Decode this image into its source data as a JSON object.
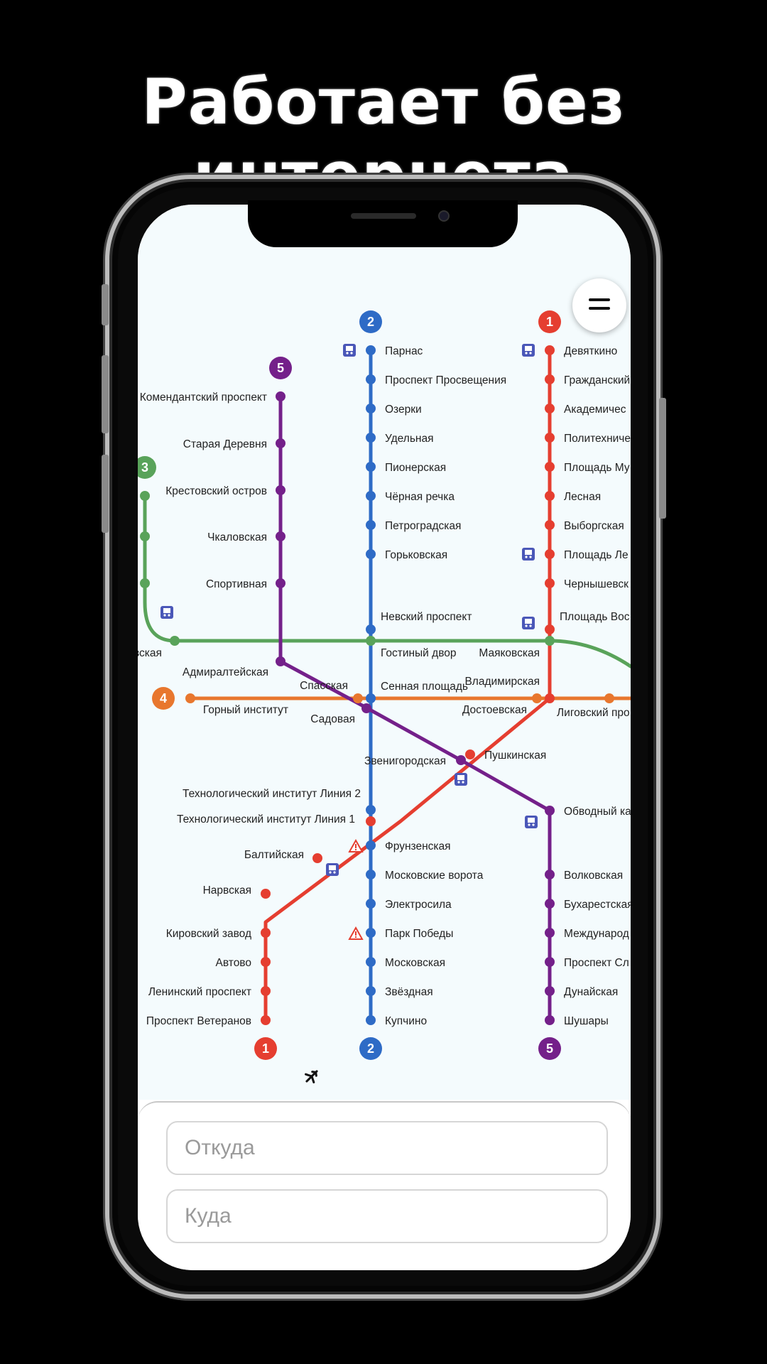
{
  "headline": "Работает без интернета",
  "map": {
    "lines": {
      "1": {
        "color": "#e53e30",
        "label": "1"
      },
      "2": {
        "color": "#2e6bc6",
        "label": "2"
      },
      "3": {
        "color": "#59a35a",
        "label": "3"
      },
      "4": {
        "color": "#e8772e",
        "label": "4"
      },
      "5": {
        "color": "#74208a",
        "label": "5"
      }
    },
    "stations": {
      "parnas": "Парнас",
      "prosv": "Проспект Просвещения",
      "ozerki": "Озерки",
      "udelnaya": "Удельная",
      "pionerskaya": "Пионерская",
      "chernaya": "Чёрная речка",
      "petrogr": "Петроградская",
      "gorkovskaya": "Горьковская",
      "nevsky": "Невский проспект",
      "gostiny": "Гостиный двор",
      "sennaya": "Сенная площадь",
      "tech2": "Технологический институт Линия 2",
      "frunz": "Фрунзенская",
      "moskvorota": "Московские ворота",
      "elektrosila": "Электросила",
      "parkpobedy": "Парк Победы",
      "moskovskaya": "Московская",
      "zvezdnaya": "Звёздная",
      "kupchino": "Купчино",
      "devyatkino": "Девяткино",
      "grazhd": "Гражданский",
      "akadem": "Академичес",
      "polytech": "Политехниче",
      "plmuzh": "Площадь Му",
      "lesnaya": "Лесная",
      "vyborg": "Выборгская",
      "pllenina": "Площадь Ле",
      "chern": "Чернышевск",
      "plvosst": "Площадь Вос",
      "vladimir": "Владимирская",
      "pushkin": "Пушкинская",
      "tech1": "Технологический институт Линия 1",
      "baltiyskaya": "Балтийская",
      "narvskaya": "Нарвская",
      "kirovsky": "Кировский завод",
      "avtovo": "Автово",
      "leninsky": "Ленинский проспект",
      "veteranov": "Проспект Ветеранов",
      "komend": "Комендантский проспект",
      "staraya": "Старая Деревня",
      "krestov": "Крестовский остров",
      "chkalov": "Чкаловская",
      "sportiv": "Спортивная",
      "admiral": "Адмиралтейская",
      "sadovaya": "Садовая",
      "zvenigor": "Звенигородская",
      "obvodny": "Обводный ка",
      "volkovskaya": "Волковская",
      "bukharest": "Бухарестская",
      "mezhdunar": "Международ",
      "prslavy": "Проспект Сл",
      "dunayskaya": "Дунайская",
      "shushary": "Шушары",
      "vskaya": "вская",
      "mayakovskaya": "Маяковская",
      "gorny": "Горный институт",
      "spasskaya": "Спасская",
      "dostoev": "Достоевская",
      "ligovsky": "Лиговский про"
    }
  },
  "search": {
    "from_placeholder": "Откуда",
    "to_placeholder": "Куда"
  }
}
